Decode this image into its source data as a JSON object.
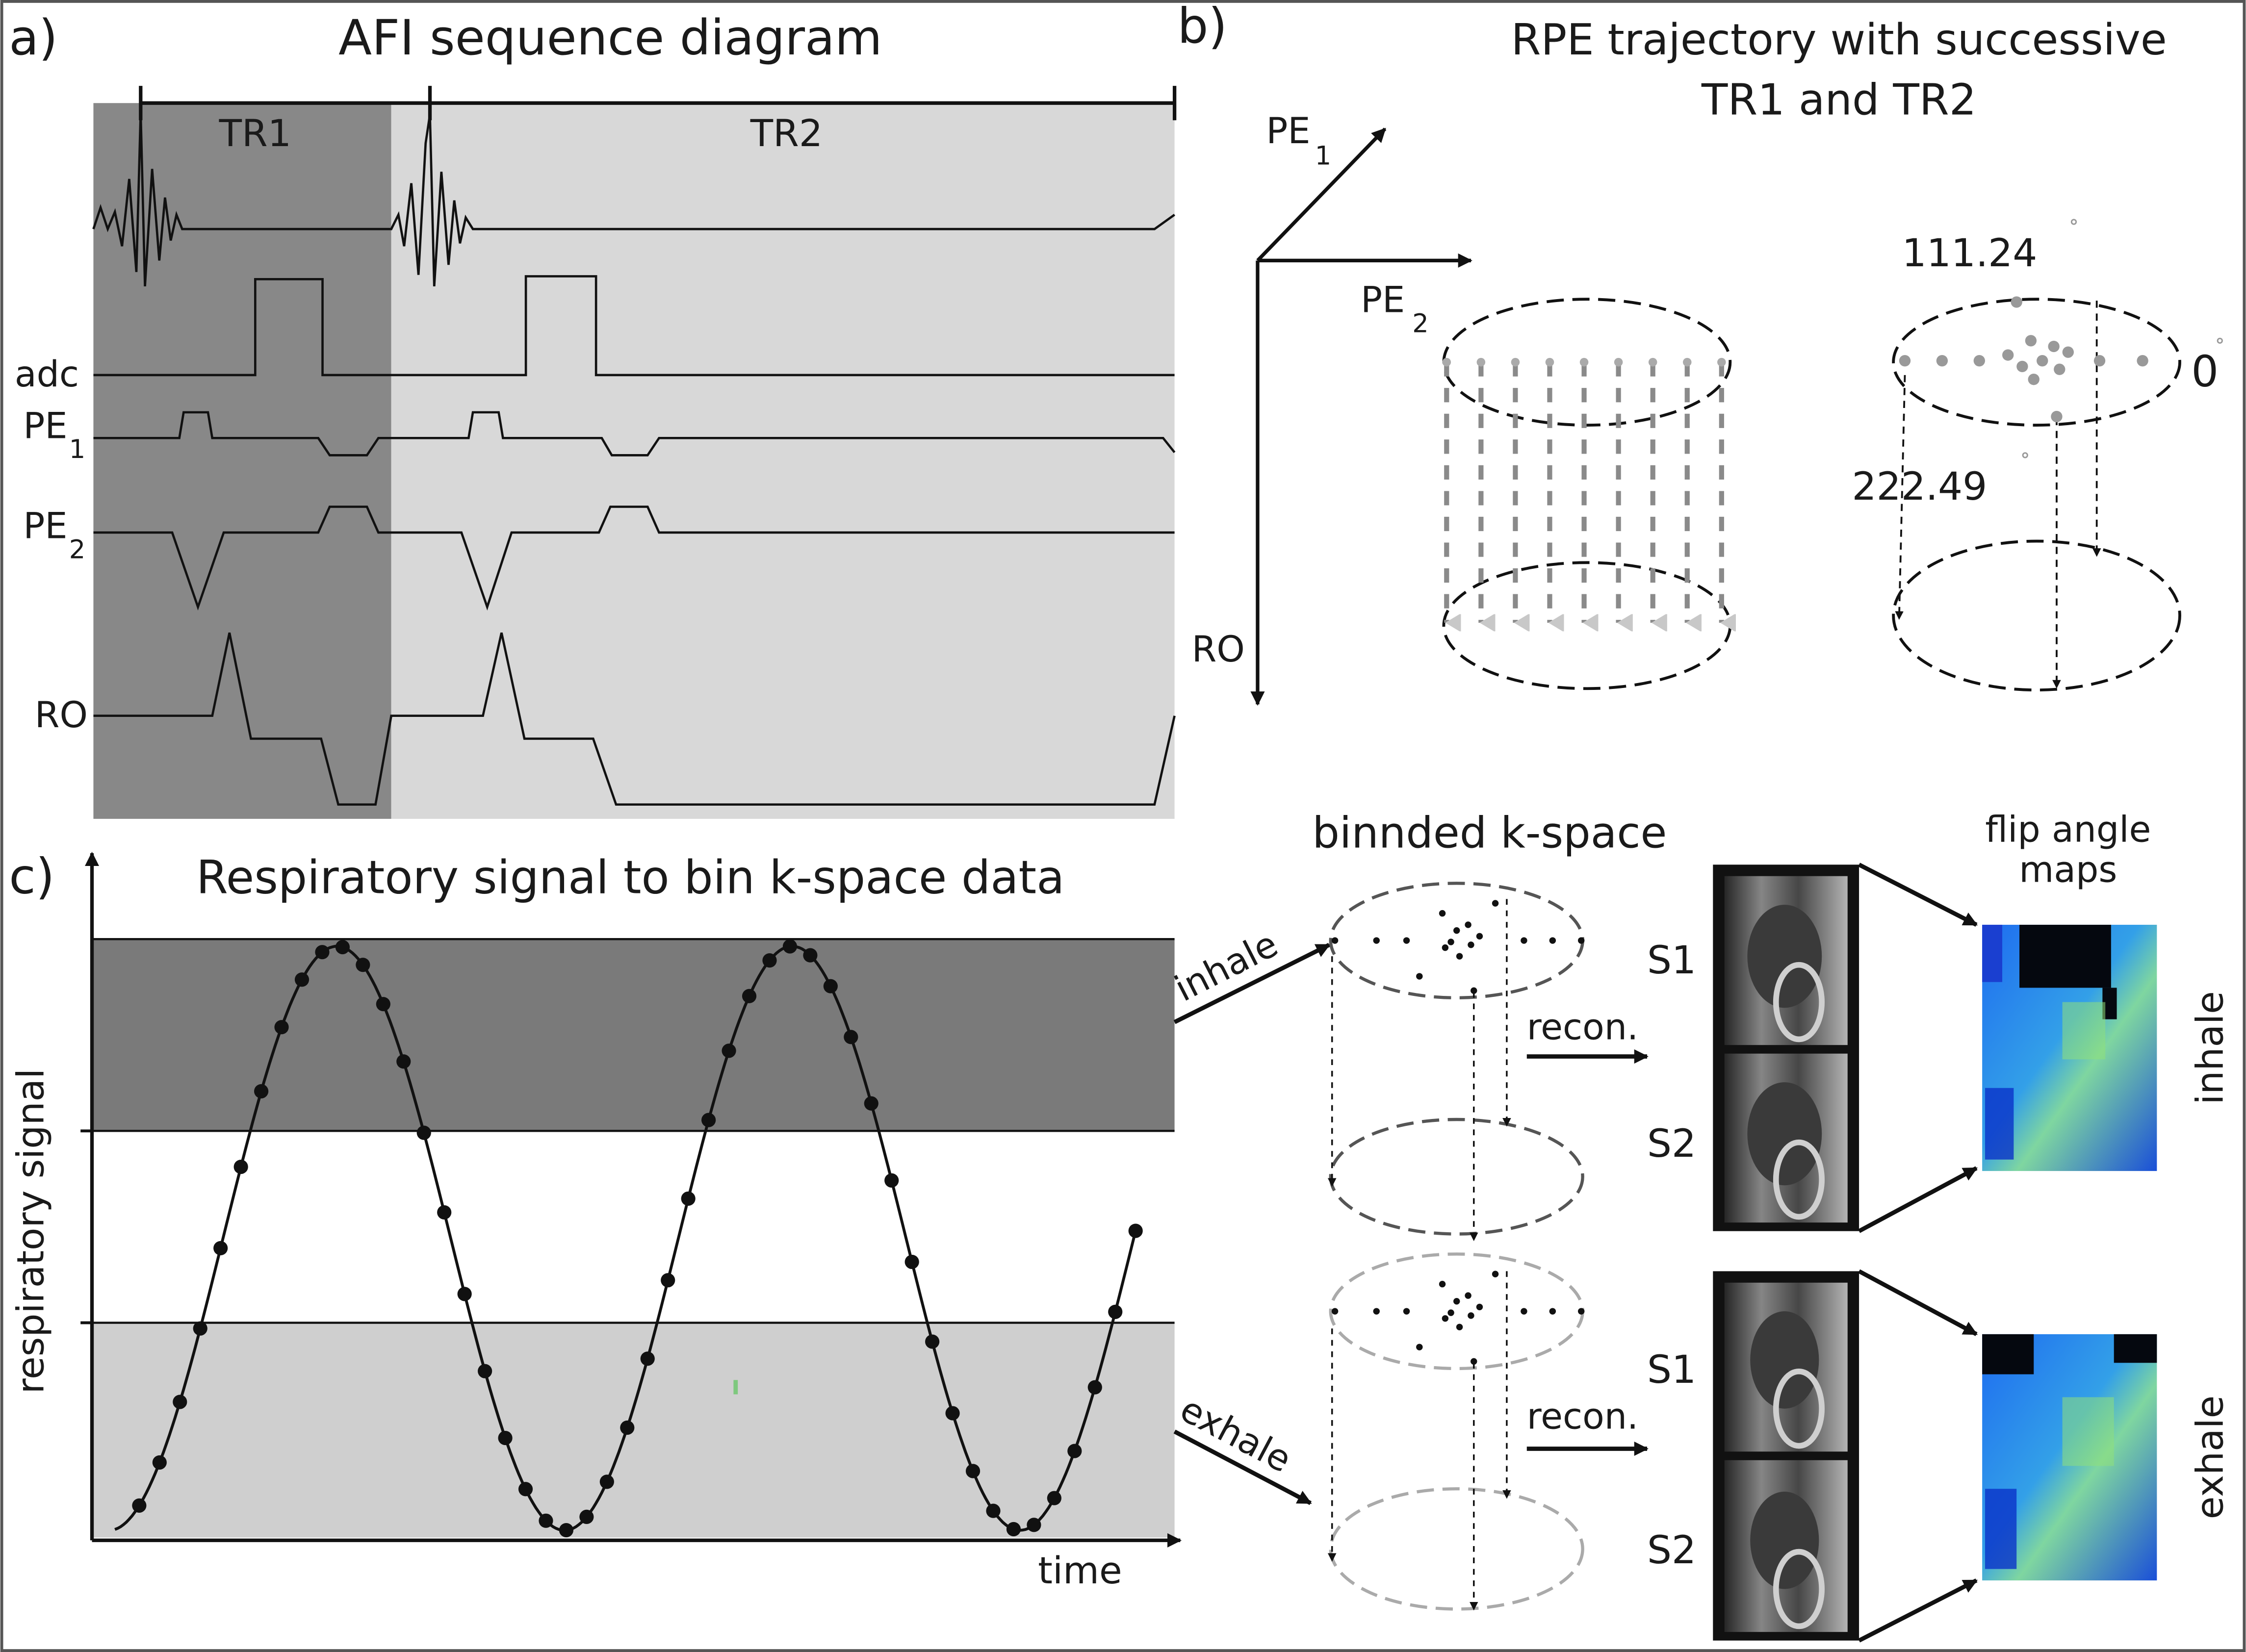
{
  "panel_a": {
    "label": "a)",
    "title": "AFI sequence diagram",
    "tr1": "TR1",
    "tr2": "TR2",
    "rows": {
      "adc": "adc",
      "pe": "PE",
      "pe1_sub": "1",
      "pe2_sub": "2",
      "ro": "RO"
    },
    "colors": {
      "tr1_bg": "#888888",
      "tr2_bg": "#d8d8d8"
    }
  },
  "panel_b": {
    "label": "b)",
    "title_line1": "RPE trajectory with successive",
    "title_line2": "TR1  and TR2",
    "axes": {
      "pe": "PE",
      "pe1_sub": "1",
      "pe2_sub": "2",
      "ro": "RO"
    },
    "value_top": "111.24",
    "value_mid": "222.49",
    "value_zero": "0"
  },
  "panel_c": {
    "label": "c)",
    "title": "Respiratory signal to bin k-space data",
    "ylabel": "respiratory signal",
    "xlabel": "time",
    "colors": {
      "inhale_band": "#7a7a7a",
      "exhale_band": "#cfcfcf"
    }
  },
  "kspace": {
    "title": "binnded k-space",
    "inhale": "inhale",
    "exhale": "exhale",
    "recon": "recon.",
    "s1": "S1",
    "s2": "S2"
  },
  "maps": {
    "title_line1": "flip angle",
    "title_line2": "maps",
    "inhale": "inhale",
    "exhale": "exhale"
  }
}
